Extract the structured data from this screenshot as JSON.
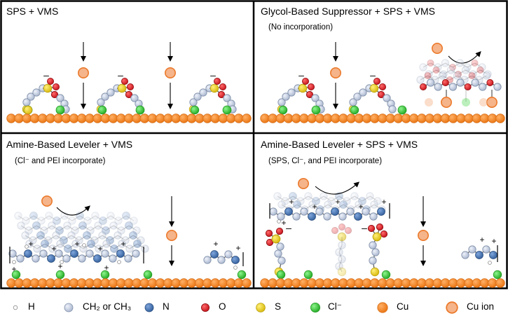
{
  "panels": [
    {
      "id": "p1",
      "title": "SPS + VMS",
      "subtitle": ""
    },
    {
      "id": "p2",
      "title": "Glycol-Based Suppressor + SPS + VMS",
      "subtitle": "(No incorporation)"
    },
    {
      "id": "p3",
      "title": "Amine-Based Leveler + VMS",
      "subtitle": "(Cl⁻ and PEI incorporate)"
    },
    {
      "id": "p4",
      "title": "Amine-Based Leveler + SPS + VMS",
      "subtitle": "(SPS, Cl⁻, and PEI incorporate)"
    }
  ],
  "legend": [
    {
      "symbol": "H",
      "label": "H",
      "color": "#ffffff"
    },
    {
      "symbol": "CH2",
      "label": "CH₂ or CH₃",
      "color": "#c9d3e6"
    },
    {
      "symbol": "N",
      "label": "N",
      "color": "#4a78b8"
    },
    {
      "symbol": "O",
      "label": "O",
      "color": "#e0202a"
    },
    {
      "symbol": "S",
      "label": "S",
      "color": "#f2d31c"
    },
    {
      "symbol": "Cl",
      "label": "Cl⁻",
      "color": "#3cd13c"
    },
    {
      "symbol": "Cu",
      "label": "Cu",
      "color": "#f58a1f"
    },
    {
      "symbol": "CuIon",
      "label": "Cu ion",
      "color": "#f5b48a"
    }
  ],
  "signs": {
    "minus": "–",
    "plus": "+"
  },
  "colors": {
    "cu": "#f58a1f",
    "cu_stroke": "#d9701a",
    "cu_ion": "#f5b48a",
    "cu_ion_stroke": "#ec7a2c",
    "ch2": "#c9d3e6",
    "ch2_stroke": "#7f8fa8",
    "n": "#4a78b8",
    "n_stroke": "#2c4f80",
    "o": "#e0202a",
    "s": "#f2d31c",
    "s_stroke": "#b8a010",
    "cl": "#3cd13c",
    "cl_stroke": "#249a24"
  }
}
